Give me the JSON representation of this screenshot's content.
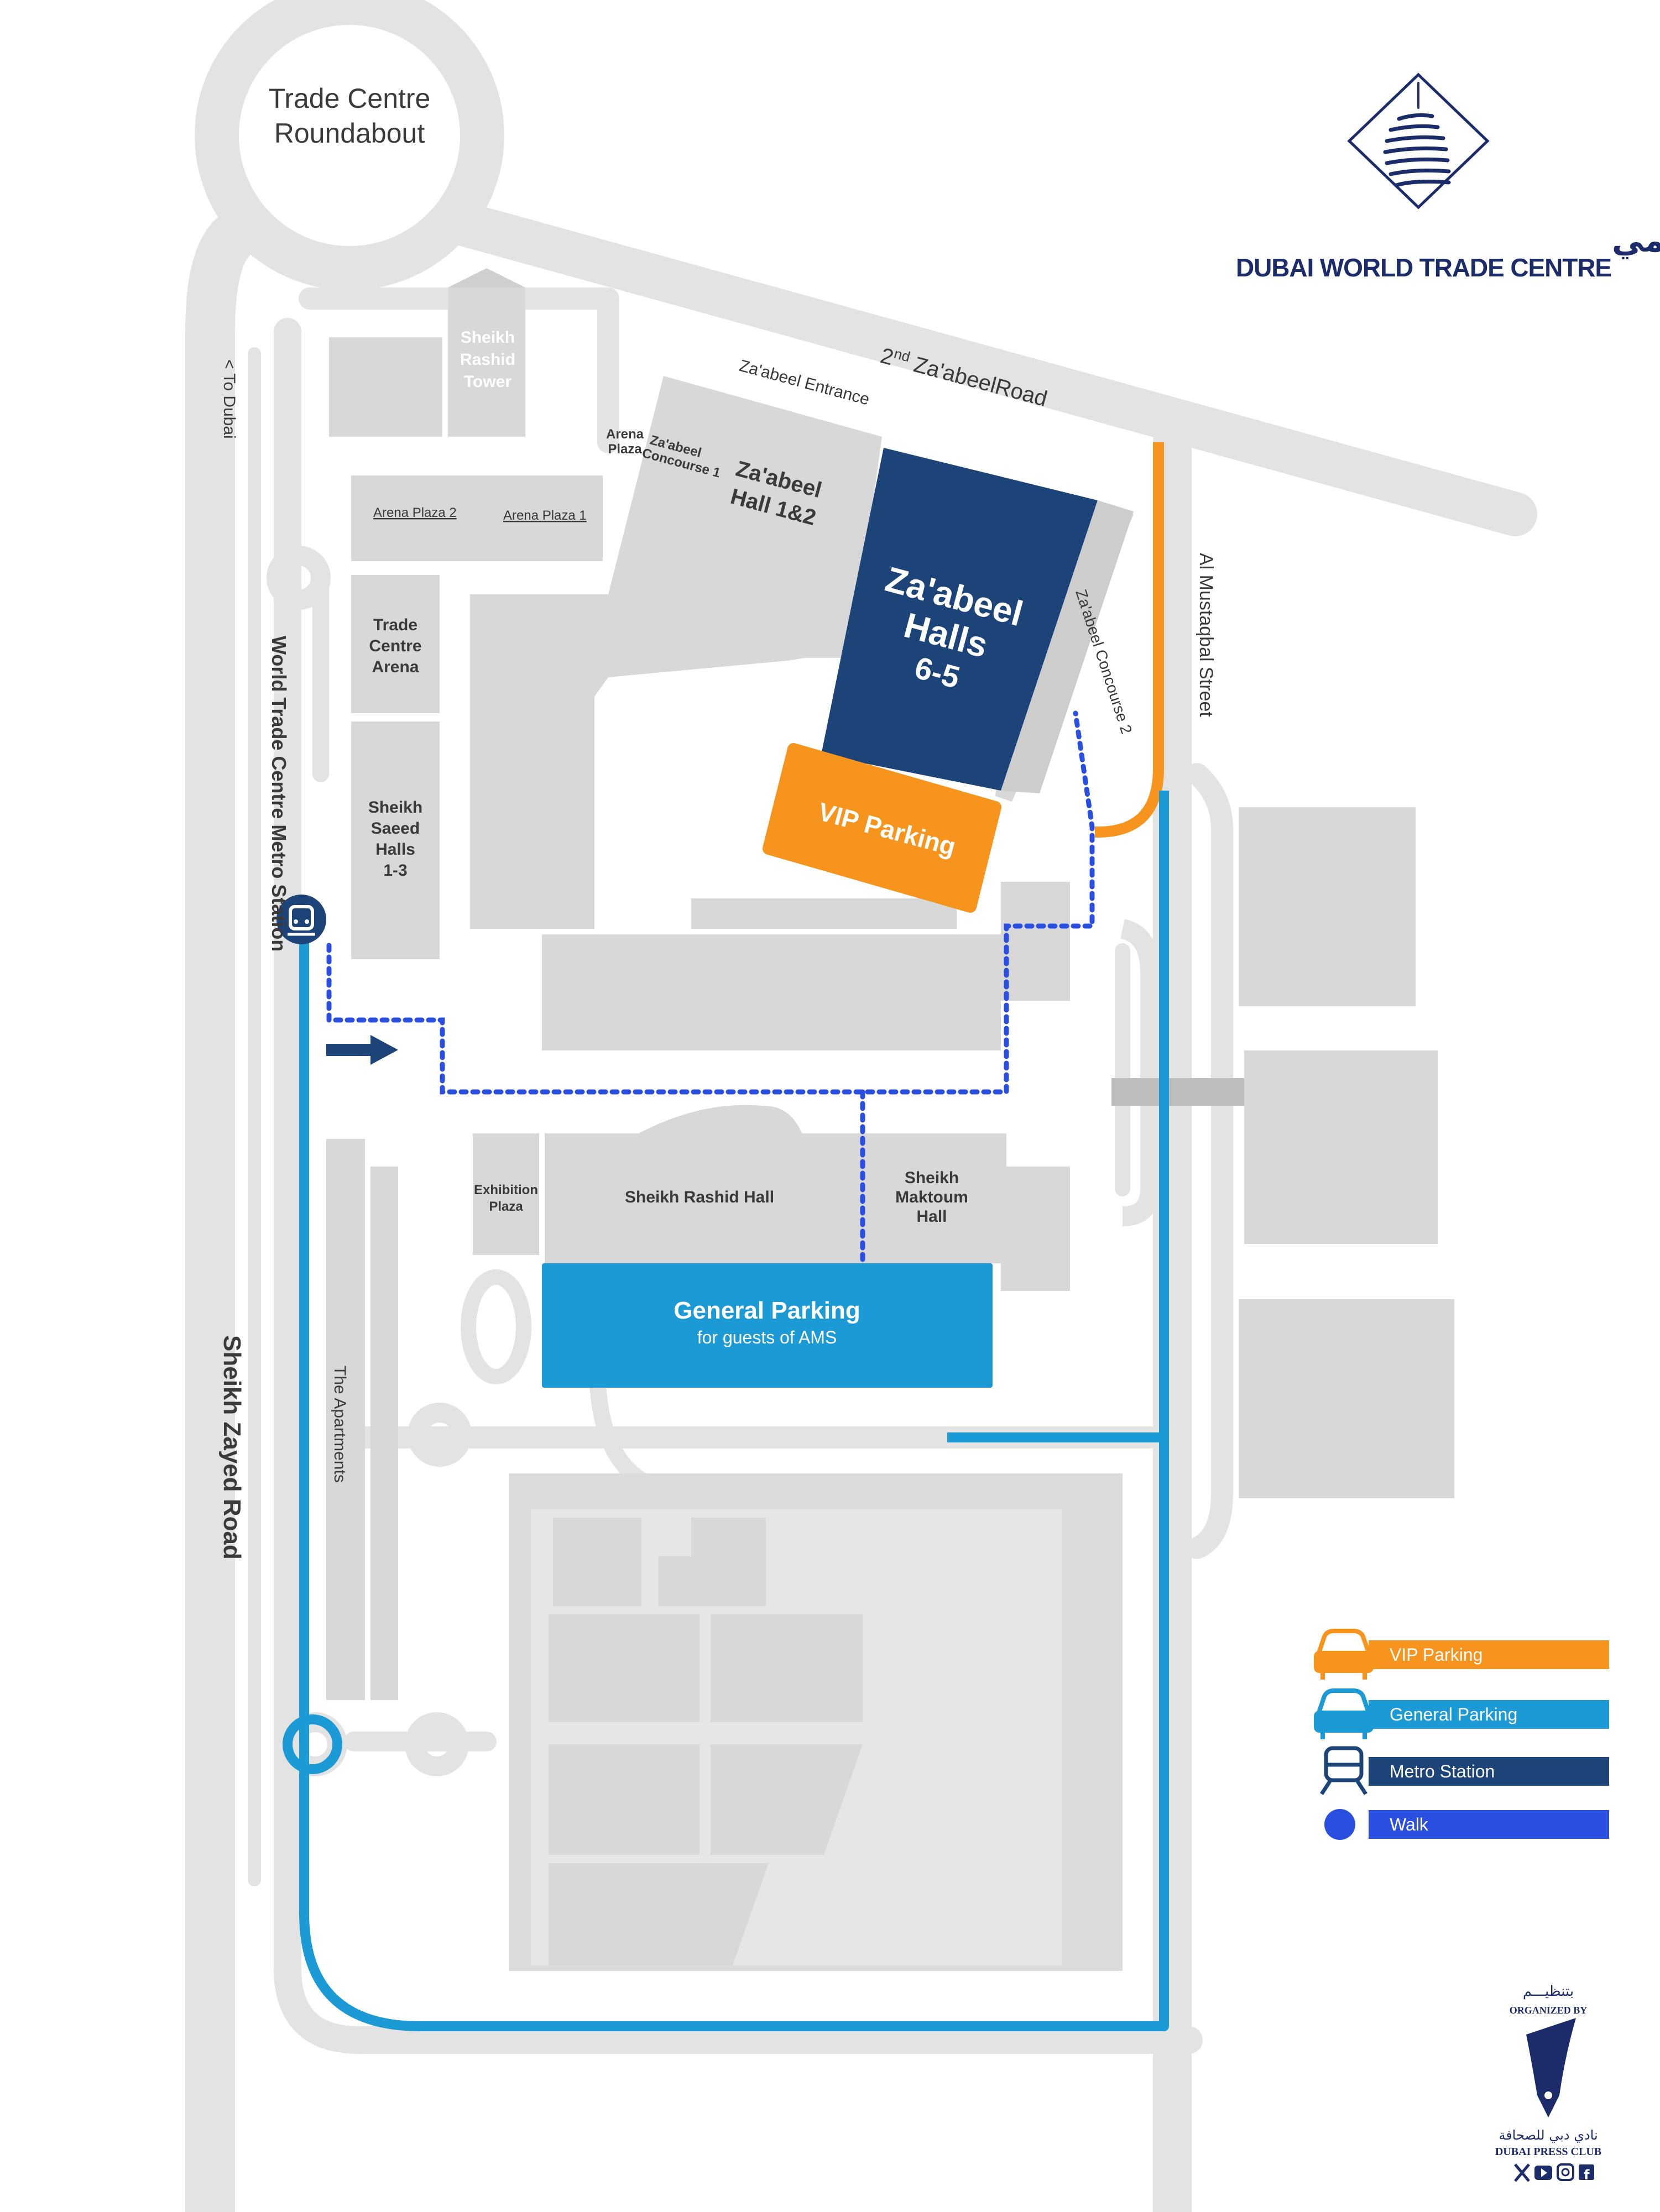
{
  "map": {
    "roundabout": [
      "Trade Centre",
      "Roundabout"
    ],
    "to_dubai": "< To Dubai",
    "sheikh_rashid_tower": [
      "Sheikh",
      "Rashid",
      "Tower"
    ],
    "zaabeel_entrance": "Za'abeel Entrance",
    "zaabeel_road_prefix": "2",
    "zaabeel_road_sup": "nd",
    "zaabeel_road_suffix": " Za'abeelRoad",
    "arena_plaza": [
      "Arena",
      "Plaza"
    ],
    "zaabeel_concourse_1": [
      "Za'abeel",
      "Concourse 1"
    ],
    "zaabeel_hall_12": [
      "Za'abeel",
      "Hall 1&2"
    ],
    "zaabeel_halls_65": [
      "Za'abeel",
      "Halls",
      "6-5"
    ],
    "zaabeel_concourse_2": "Za'abeel Concourse 2",
    "al_mustaqbal_street": "Al Mustaqbal Street",
    "arena_plaza_2": "Arena Plaza 2",
    "arena_plaza_1": "Arena Plaza 1",
    "trade_centre_arena": [
      "Trade",
      "Centre",
      "Arena"
    ],
    "sheikh_saeed_halls": [
      "Sheikh",
      "Saeed",
      "Halls",
      "1-3"
    ],
    "metro_station_label": "World Trade Centre Metro Station",
    "vip_parking": "VIP Parking",
    "exhibition_plaza": [
      "Exhibition",
      "Plaza"
    ],
    "sheikh_rashid_hall": "Sheikh Rashid Hall",
    "sheikh_maktoum_hall": [
      "Sheikh",
      "Maktoum",
      "Hall"
    ],
    "general_parking": "General Parking",
    "general_parking_sub": "for guests of AMS",
    "the_apartments": "The Apartments",
    "sheikh_zayed_road": "Sheikh Zayed Road"
  },
  "logo": {
    "arabic": "مركز دبي التجاري العالمي",
    "english": "DUBAI WORLD TRADE CENTRE"
  },
  "legend": [
    {
      "label": "VIP Parking",
      "icon": "car-icon",
      "color": "#f7941d"
    },
    {
      "label": "General Parking",
      "icon": "car-icon",
      "color": "#1b9ad6"
    },
    {
      "label": "Metro Station",
      "icon": "train-icon",
      "color": "#1c4479"
    },
    {
      "label": "Walk",
      "icon": "dot-icon",
      "color": "#2a4fe0"
    }
  ],
  "organizer": {
    "arabic_top": "بتنظيـــم",
    "english_top": "ORGANIZED BY",
    "arabic_name": "نادي دبي للصحافة",
    "english_name": "DUBAI PRESS CLUB"
  },
  "colors": {
    "road": "#e3e3e3",
    "building": "#d8d8d8",
    "building_dark": "#cfcfcf",
    "zaabeel_halls": "#1c4479",
    "vip": "#f7941d",
    "general": "#1b9ad6",
    "walk": "#2a4fe0"
  }
}
